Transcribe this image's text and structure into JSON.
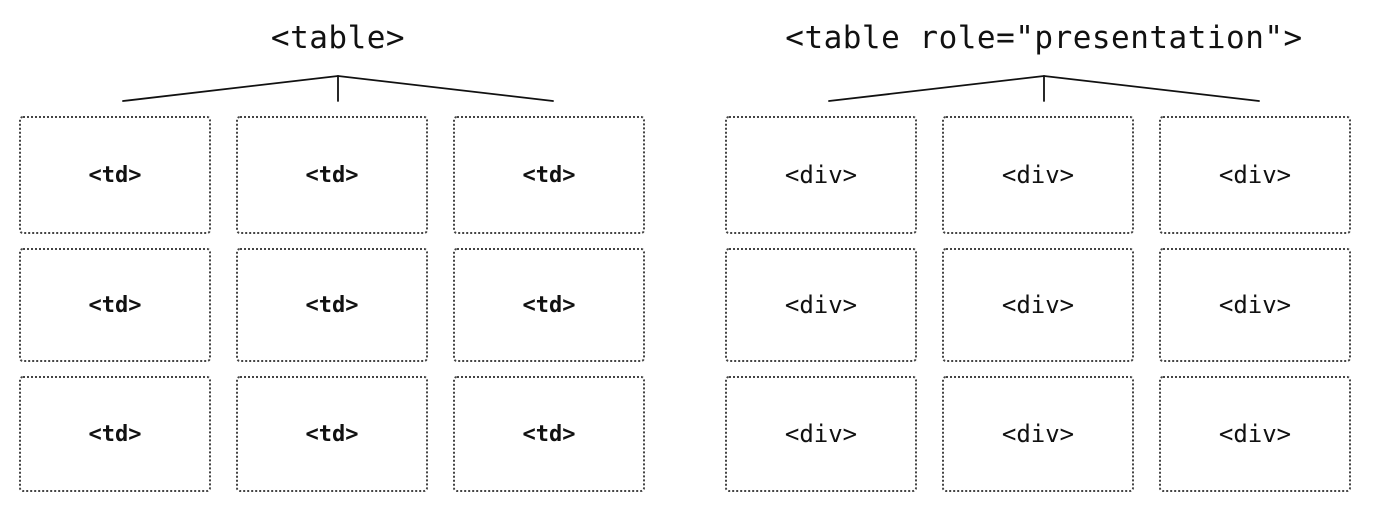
{
  "left_diagram": {
    "title": "<table>",
    "cells": [
      [
        "<td>",
        "<td>",
        "<td>"
      ],
      [
        "<td>",
        "<td>",
        "<td>"
      ],
      [
        "<td>",
        "<td>",
        "<td>"
      ]
    ]
  },
  "right_diagram": {
    "title": "<table role=\"presentation\">",
    "cells": [
      [
        "<div>",
        "<div>",
        "<div>"
      ],
      [
        "<div>",
        "<div>",
        "<div>"
      ],
      [
        "<div>",
        "<div>",
        "<div>"
      ]
    ]
  },
  "colors": {
    "background": "#ffffff",
    "line": "#111111",
    "cell_border": "#444444"
  }
}
